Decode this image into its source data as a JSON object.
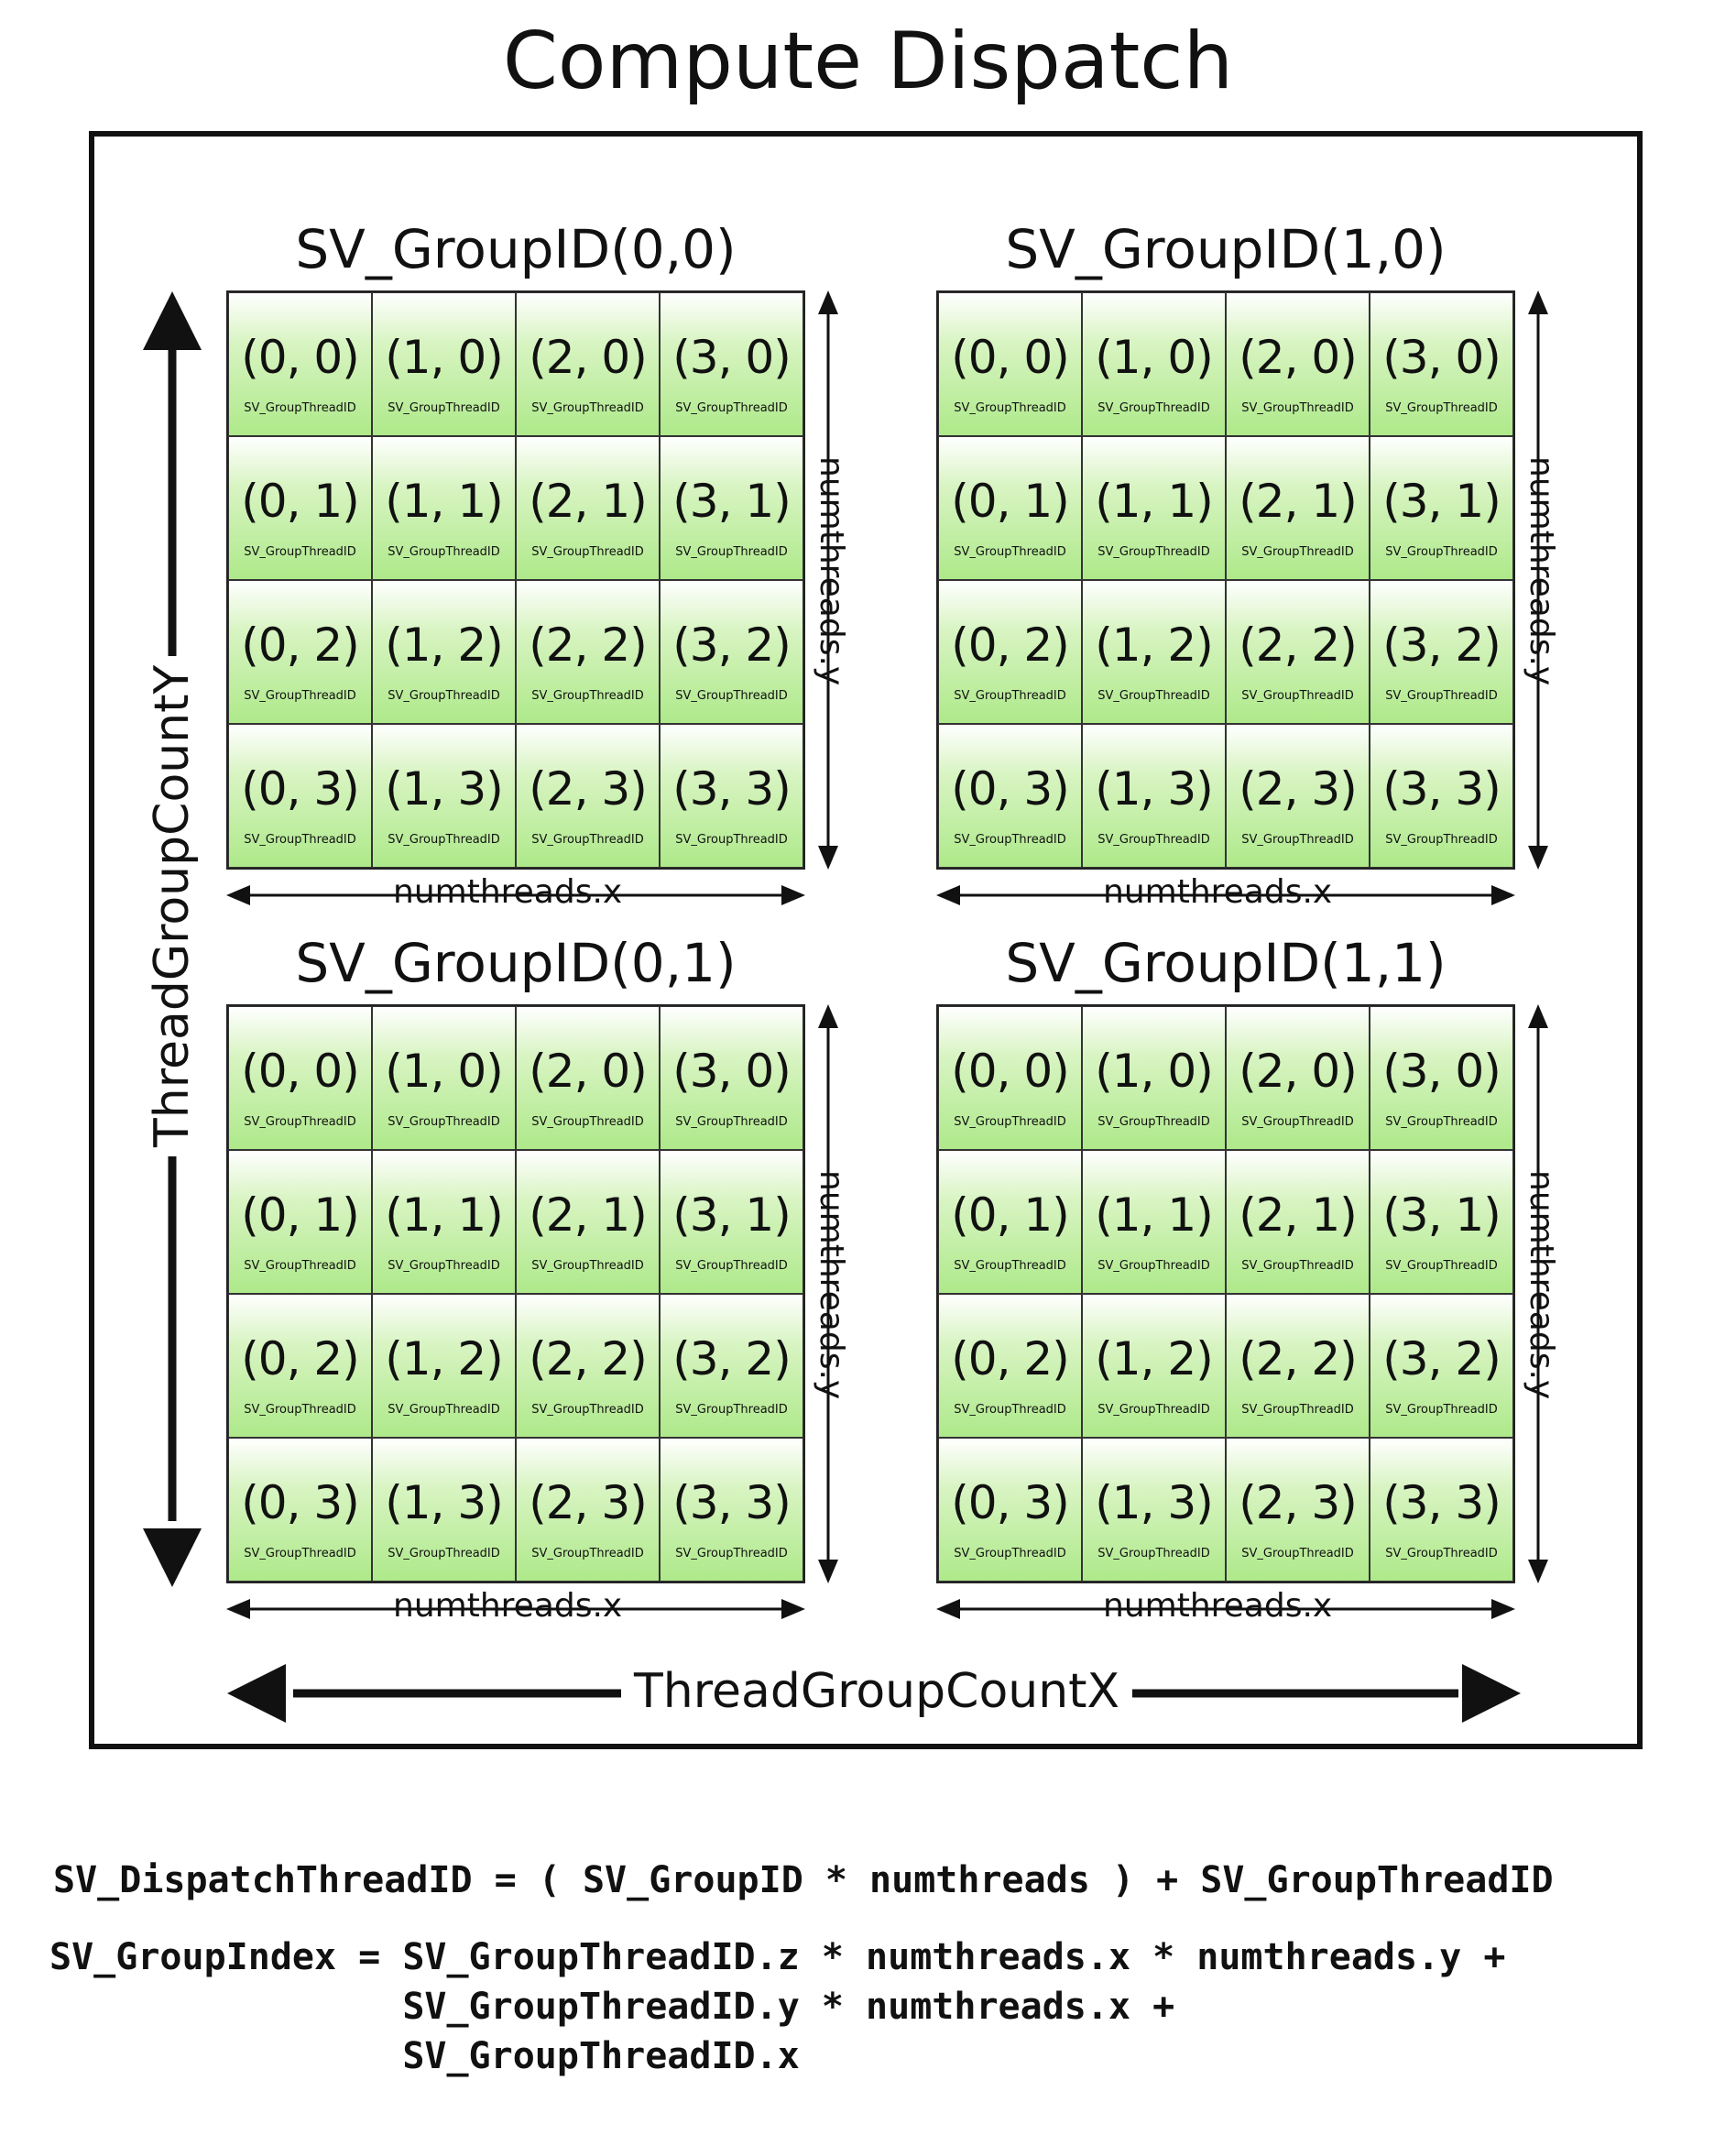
{
  "title": "Compute Dispatch",
  "groups": [
    {
      "label": "SV_GroupID(0,0)"
    },
    {
      "label": "SV_GroupID(1,0)"
    },
    {
      "label": "SV_GroupID(0,1)"
    },
    {
      "label": "SV_GroupID(1,1)"
    }
  ],
  "cells": [
    "(0, 0)",
    "(1, 0)",
    "(2, 0)",
    "(3, 0)",
    "(0, 1)",
    "(1, 1)",
    "(2, 1)",
    "(3, 1)",
    "(0, 2)",
    "(1, 2)",
    "(2, 2)",
    "(3, 2)",
    "(0, 3)",
    "(1, 3)",
    "(2, 3)",
    "(3, 3)"
  ],
  "cell_sublabel": "SV_GroupThreadID",
  "numthreads_x": "numthreads.x",
  "numthreads_y": "numthreads.y",
  "thread_group_count_x": "ThreadGroupCountX",
  "thread_group_count_y": "ThreadGroupCountY",
  "formulas": {
    "dispatch": "SV_DispatchThreadID = ( SV_GroupID * numthreads ) + SV_GroupThreadID",
    "index_line1": "SV_GroupIndex = SV_GroupThreadID.z * numthreads.x * numthreads.y +",
    "index_line2": "                SV_GroupThreadID.y * numthreads.x +",
    "index_line3": "                SV_GroupThreadID.x"
  },
  "colors": {
    "cell_top": "#ffffff",
    "cell_bottom": "#aee98a",
    "line": "#111111"
  }
}
